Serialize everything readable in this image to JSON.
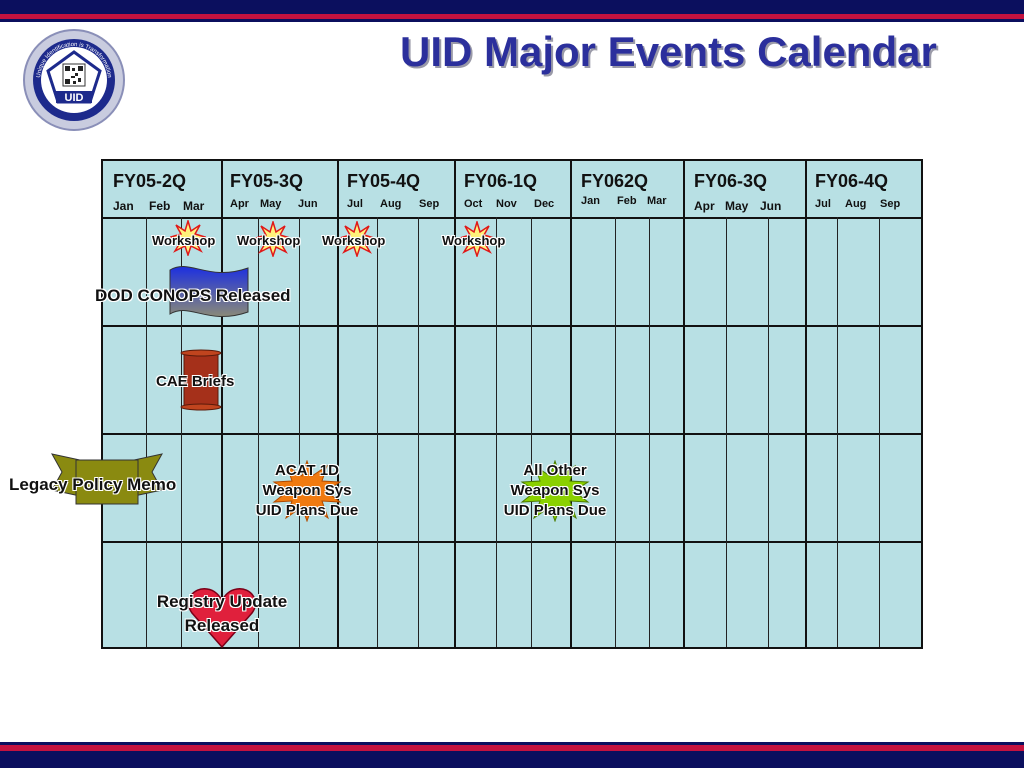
{
  "title": "UID Major Events Calendar",
  "logo": {
    "ring_text": "Unique Identification is Transformation",
    "badge": "UID"
  },
  "quarters": [
    {
      "label": "FY05-2Q",
      "months": [
        "Jan",
        "Feb",
        "Mar"
      ]
    },
    {
      "label": "FY05-3Q",
      "months": [
        "Apr",
        "May",
        "Jun"
      ]
    },
    {
      "label": "FY05-4Q",
      "months": [
        "Jul",
        "Aug",
        "Sep"
      ]
    },
    {
      "label": "FY06-1Q",
      "months": [
        "Oct",
        "Nov",
        "Dec"
      ]
    },
    {
      "label": "FY062Q",
      "months": [
        "Jan",
        "Feb",
        "Mar"
      ]
    },
    {
      "label": "FY06-3Q",
      "months": [
        "Apr",
        "May",
        "Jun"
      ]
    },
    {
      "label": "FY06-4Q",
      "months": [
        "Jul",
        "Aug",
        "Sep"
      ]
    }
  ],
  "events": {
    "workshops": [
      "Workshop",
      "Workshop",
      "Workshop",
      "Workshop"
    ],
    "dod_conops": "DOD CONOPS Released",
    "cae_briefs": "CAE Briefs",
    "legacy_memo": "Legacy Policy Memo",
    "acat_lines": [
      "ACAT 1D",
      "Weapon Sys",
      "UID Plans Due"
    ],
    "all_other_lines": [
      "All Other",
      "Weapon Sys",
      "UID Plans Due"
    ],
    "registry_lines": [
      "Registry Update",
      "Released"
    ]
  },
  "colors": {
    "navy": "#0b0f5e",
    "red": "#c4123f",
    "title": "#2b2f9c",
    "grid_bg": "#b8e0e4",
    "starburst_yellow": "#fff27a",
    "starburst_red": "#e01818",
    "flag_blue_top": "#1c2fe0",
    "flag_blue_bottom": "#8a8a78",
    "scroll": "#a5301a",
    "memo": "#8a8a10",
    "acat_burst": "#f07a10",
    "other_burst": "#8ad000",
    "heart": "#e0203c"
  }
}
